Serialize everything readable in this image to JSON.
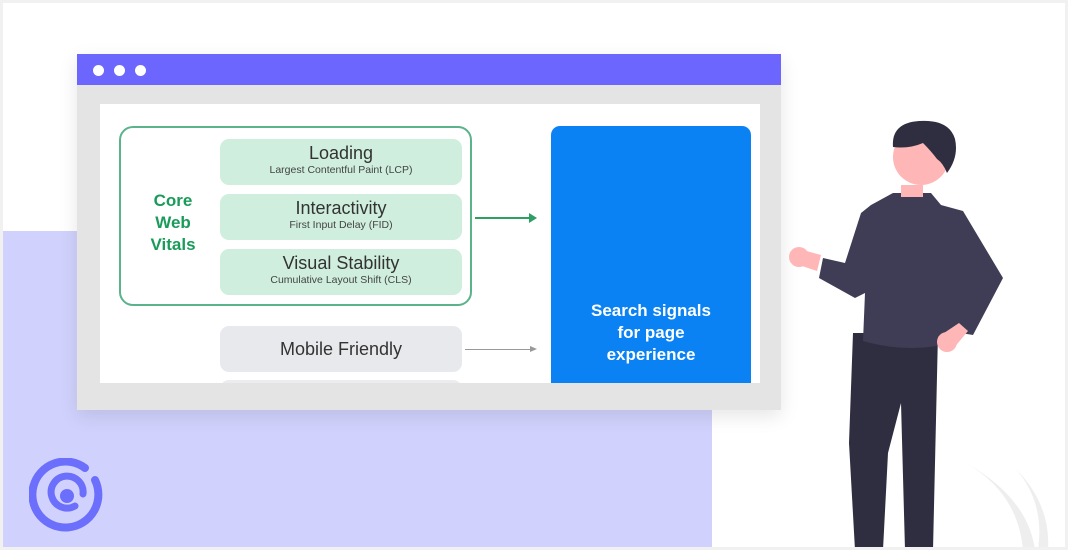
{
  "window": {
    "titlebar_color": "#6c66fe",
    "controls": [
      "dot",
      "dot",
      "dot"
    ]
  },
  "diagram": {
    "group_label": "Core\nWeb\nVitals",
    "group_label_lines": [
      "Core",
      "Web",
      "Vitals"
    ],
    "metrics": [
      {
        "title": "Loading",
        "subtitle": "Largest Contentful Paint (LCP)"
      },
      {
        "title": "Interactivity",
        "subtitle": "First Input Delay (FID)"
      },
      {
        "title": "Visual Stability",
        "subtitle": "Cumulative Layout Shift (CLS)"
      }
    ],
    "other_signals": [
      {
        "title": "Mobile Friendly"
      }
    ],
    "target_lines": [
      "Search signals",
      "for page",
      "experience"
    ]
  },
  "colors": {
    "accent_purple": "#6c66fe",
    "background_purple": "#d0d2fd",
    "cwv_green": "#1a9b5a",
    "metric_fill": "#cfeedd",
    "signals_blue": "#0a82f4"
  },
  "icons": {
    "logo": "brand-spiral-logo-icon",
    "illustration": "person-presenting-illustration",
    "plant": "grass-leaves-illustration"
  }
}
